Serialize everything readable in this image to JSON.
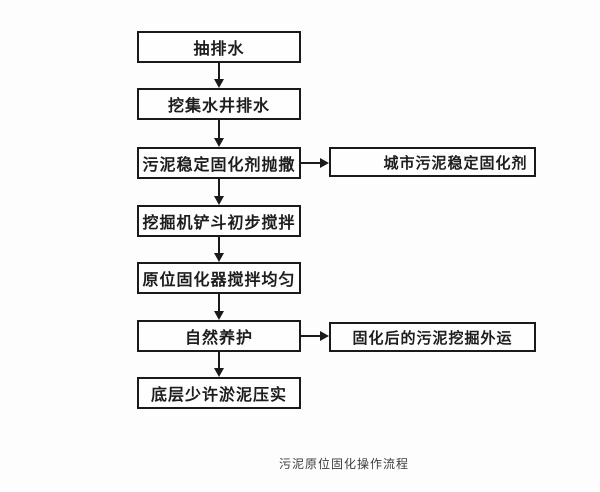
{
  "diagram": {
    "title": "污泥原位固化操作流程",
    "steps": [
      "抽排水",
      "挖集水井排水",
      "污泥稳定固化剂抛撒",
      "挖掘机铲斗初步搅拌",
      "原位固化器搅拌均匀",
      "自然养护",
      "底层少许淤泥压实"
    ],
    "branches": [
      {
        "label": "城市污泥稳定固化剂",
        "from_step": "污泥稳定固化剂抛撒"
      },
      {
        "label": "固化后的污泥挖掘外运",
        "from_step": "自然养护"
      }
    ],
    "colors": {
      "line": "#1a1a1a",
      "box_background": "#fefefe",
      "page_background": "#fdfdfd",
      "step_text": "#1d1d1d",
      "caption_text": "#3d3d3d"
    }
  }
}
